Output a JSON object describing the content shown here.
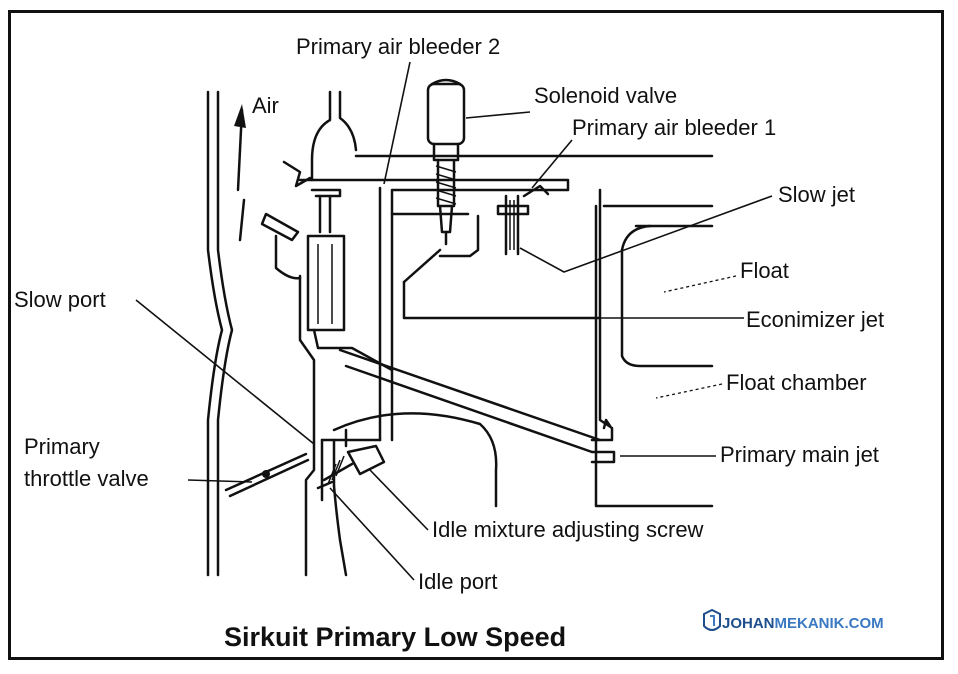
{
  "labels": {
    "primary_air_bleeder_2": "Primary air bleeder 2",
    "solenoid_valve": "Solenoid valve",
    "primary_air_bleeder_1": "Primary air bleeder 1",
    "slow_jet": "Slow jet",
    "float": "Float",
    "econimizer_jet": "Econimizer jet",
    "float_chamber": "Float chamber",
    "primary_main_jet": "Primary main jet",
    "idle_mixture_adjusting_screw": "Idle mixture adjusting screw",
    "idle_port": "Idle port",
    "slow_port": "Slow port",
    "primary_throttle_valve_1": "Primary",
    "primary_throttle_valve_2": "throttle valve",
    "air": "Air"
  },
  "title": "Sirkuit Primary Low Speed",
  "watermark": {
    "part1": "JOHAN",
    "part2": "MEKANIK.COM",
    "color1": "#1f4e8c",
    "color2": "#3a78c2"
  }
}
